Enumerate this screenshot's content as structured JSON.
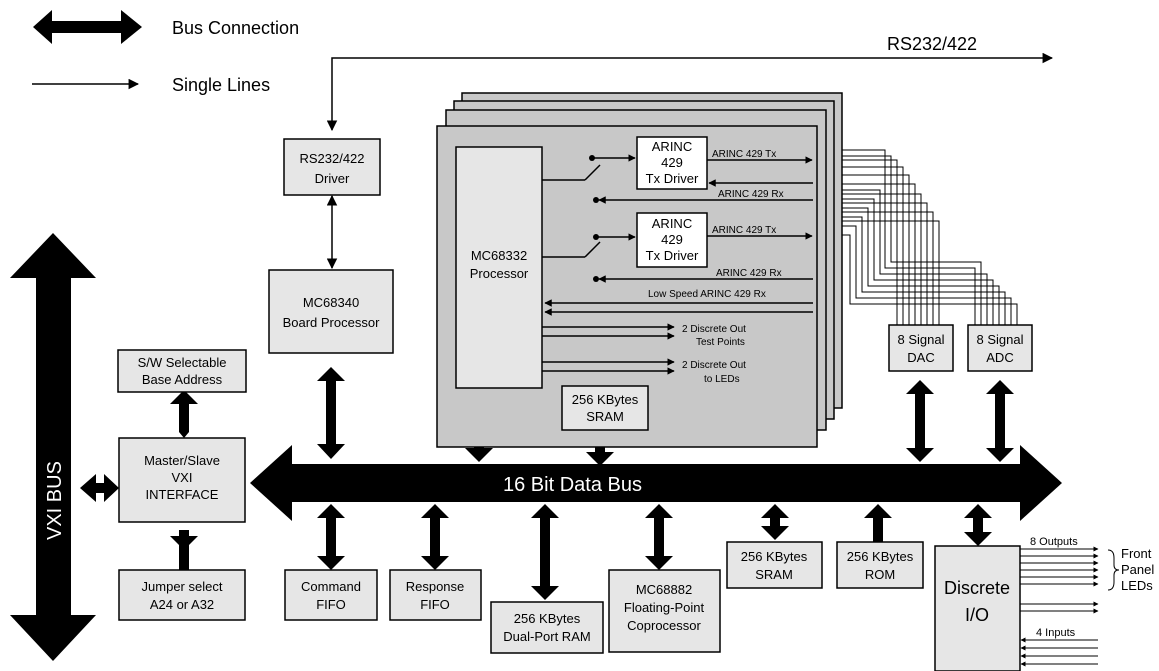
{
  "legend": {
    "bus_connection": "Bus Connection",
    "single_lines": "Single Lines"
  },
  "serial": {
    "label": "RS232/422"
  },
  "vxi_bus": "VXI BUS",
  "data_bus": "16 Bit Data Bus",
  "blocks": {
    "rs_driver": [
      "RS232/422",
      "Driver"
    ],
    "board_processor": [
      "MC68340",
      "Board Processor"
    ],
    "sw_address": [
      "S/W Selectable",
      "Base Address"
    ],
    "vxi_interface": [
      "Master/Slave",
      "VXI",
      "INTERFACE"
    ],
    "jumper": [
      "Jumper select",
      "A24 or A32"
    ],
    "command_fifo": [
      "Command",
      "FIFO"
    ],
    "response_fifo": [
      "Response",
      "FIFO"
    ],
    "dual_port_ram": [
      "256 KBytes",
      "Dual-Port RAM"
    ],
    "coprocessor": [
      "MC68882",
      "Floating-Point",
      "Coprocessor"
    ],
    "main_sram": [
      "256 KBytes",
      "SRAM"
    ],
    "rom": [
      "256 KBytes",
      "ROM"
    ],
    "discrete_io": [
      "Discrete",
      "I/O"
    ],
    "dac": [
      "8 Signal",
      "DAC"
    ],
    "adc": [
      "8 Signal",
      "ADC"
    ],
    "mc68332": [
      "MC68332",
      "Processor"
    ],
    "card_sram": [
      "256 KBytes",
      "SRAM"
    ],
    "arinc_tx1": [
      "ARINC",
      "429",
      "Tx Driver"
    ],
    "arinc_tx2": [
      "ARINC",
      "429",
      "Tx Driver"
    ]
  },
  "signals": {
    "tx1": "ARINC 429 Tx",
    "rx1": "ARINC 429 Rx",
    "tx2": "ARINC 429 Tx",
    "rx2": "ARINC 429 Rx",
    "low_speed_rx": "Low Speed ARINC 429 Rx",
    "discrete_test": [
      "2 Discrete Out",
      "Test Points"
    ],
    "discrete_leds": [
      "2 Discrete Out",
      "to LEDs"
    ],
    "outputs": "8 Outputs",
    "inputs": "4 Inputs",
    "front_panel": [
      "Front",
      "Panel",
      "LEDs"
    ]
  }
}
